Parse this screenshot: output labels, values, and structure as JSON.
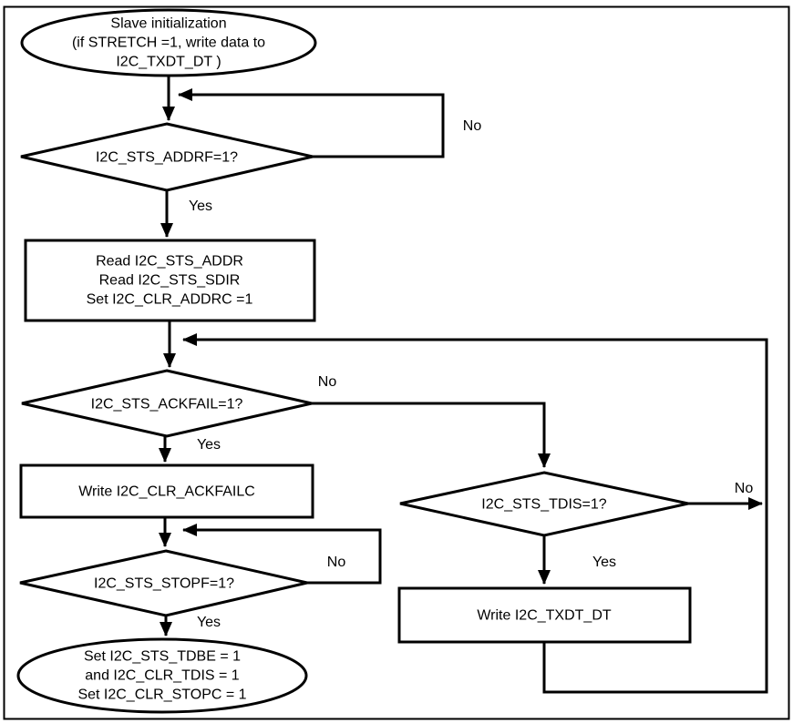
{
  "colors": {
    "background": "#ffffff",
    "stroke": "#000000",
    "text": "#000000"
  },
  "nodes": {
    "start": {
      "shape": "ellipse",
      "lines": [
        "Slave initialization",
        "(if STRETCH =1, write data to",
        "I2C_TXDT_DT )"
      ]
    },
    "addrf_decision": {
      "shape": "diamond",
      "label": "I2C_STS_ADDRF=1?"
    },
    "read_addr": {
      "shape": "rect",
      "lines": [
        "Read I2C_STS_ADDR",
        "Read I2C_STS_SDIR",
        "Set I2C_CLR_ADDRC =1"
      ]
    },
    "ackfail_decision": {
      "shape": "diamond",
      "label": "I2C_STS_ACKFAIL=1?"
    },
    "clr_ackfail": {
      "shape": "rect",
      "label": "Write I2C_CLR_ACKFAILC"
    },
    "stopf_decision": {
      "shape": "diamond",
      "label": "I2C_STS_STOPF=1?"
    },
    "end": {
      "shape": "ellipse",
      "lines": [
        "Set I2C_STS_TDBE = 1",
        "and I2C_CLR_TDIS = 1",
        "Set I2C_CLR_STOPC = 1"
      ]
    },
    "tdis_decision": {
      "shape": "diamond",
      "label": "I2C_STS_TDIS=1?"
    },
    "write_txdt": {
      "shape": "rect",
      "label": "Write I2C_TXDT_DT"
    }
  },
  "edge_labels": {
    "addrf_no": "No",
    "addrf_yes": "Yes",
    "ackfail_no": "No",
    "ackfail_yes": "Yes",
    "stopf_no": "No",
    "stopf_yes": "Yes",
    "tdis_no": "No",
    "tdis_yes": "Yes"
  }
}
